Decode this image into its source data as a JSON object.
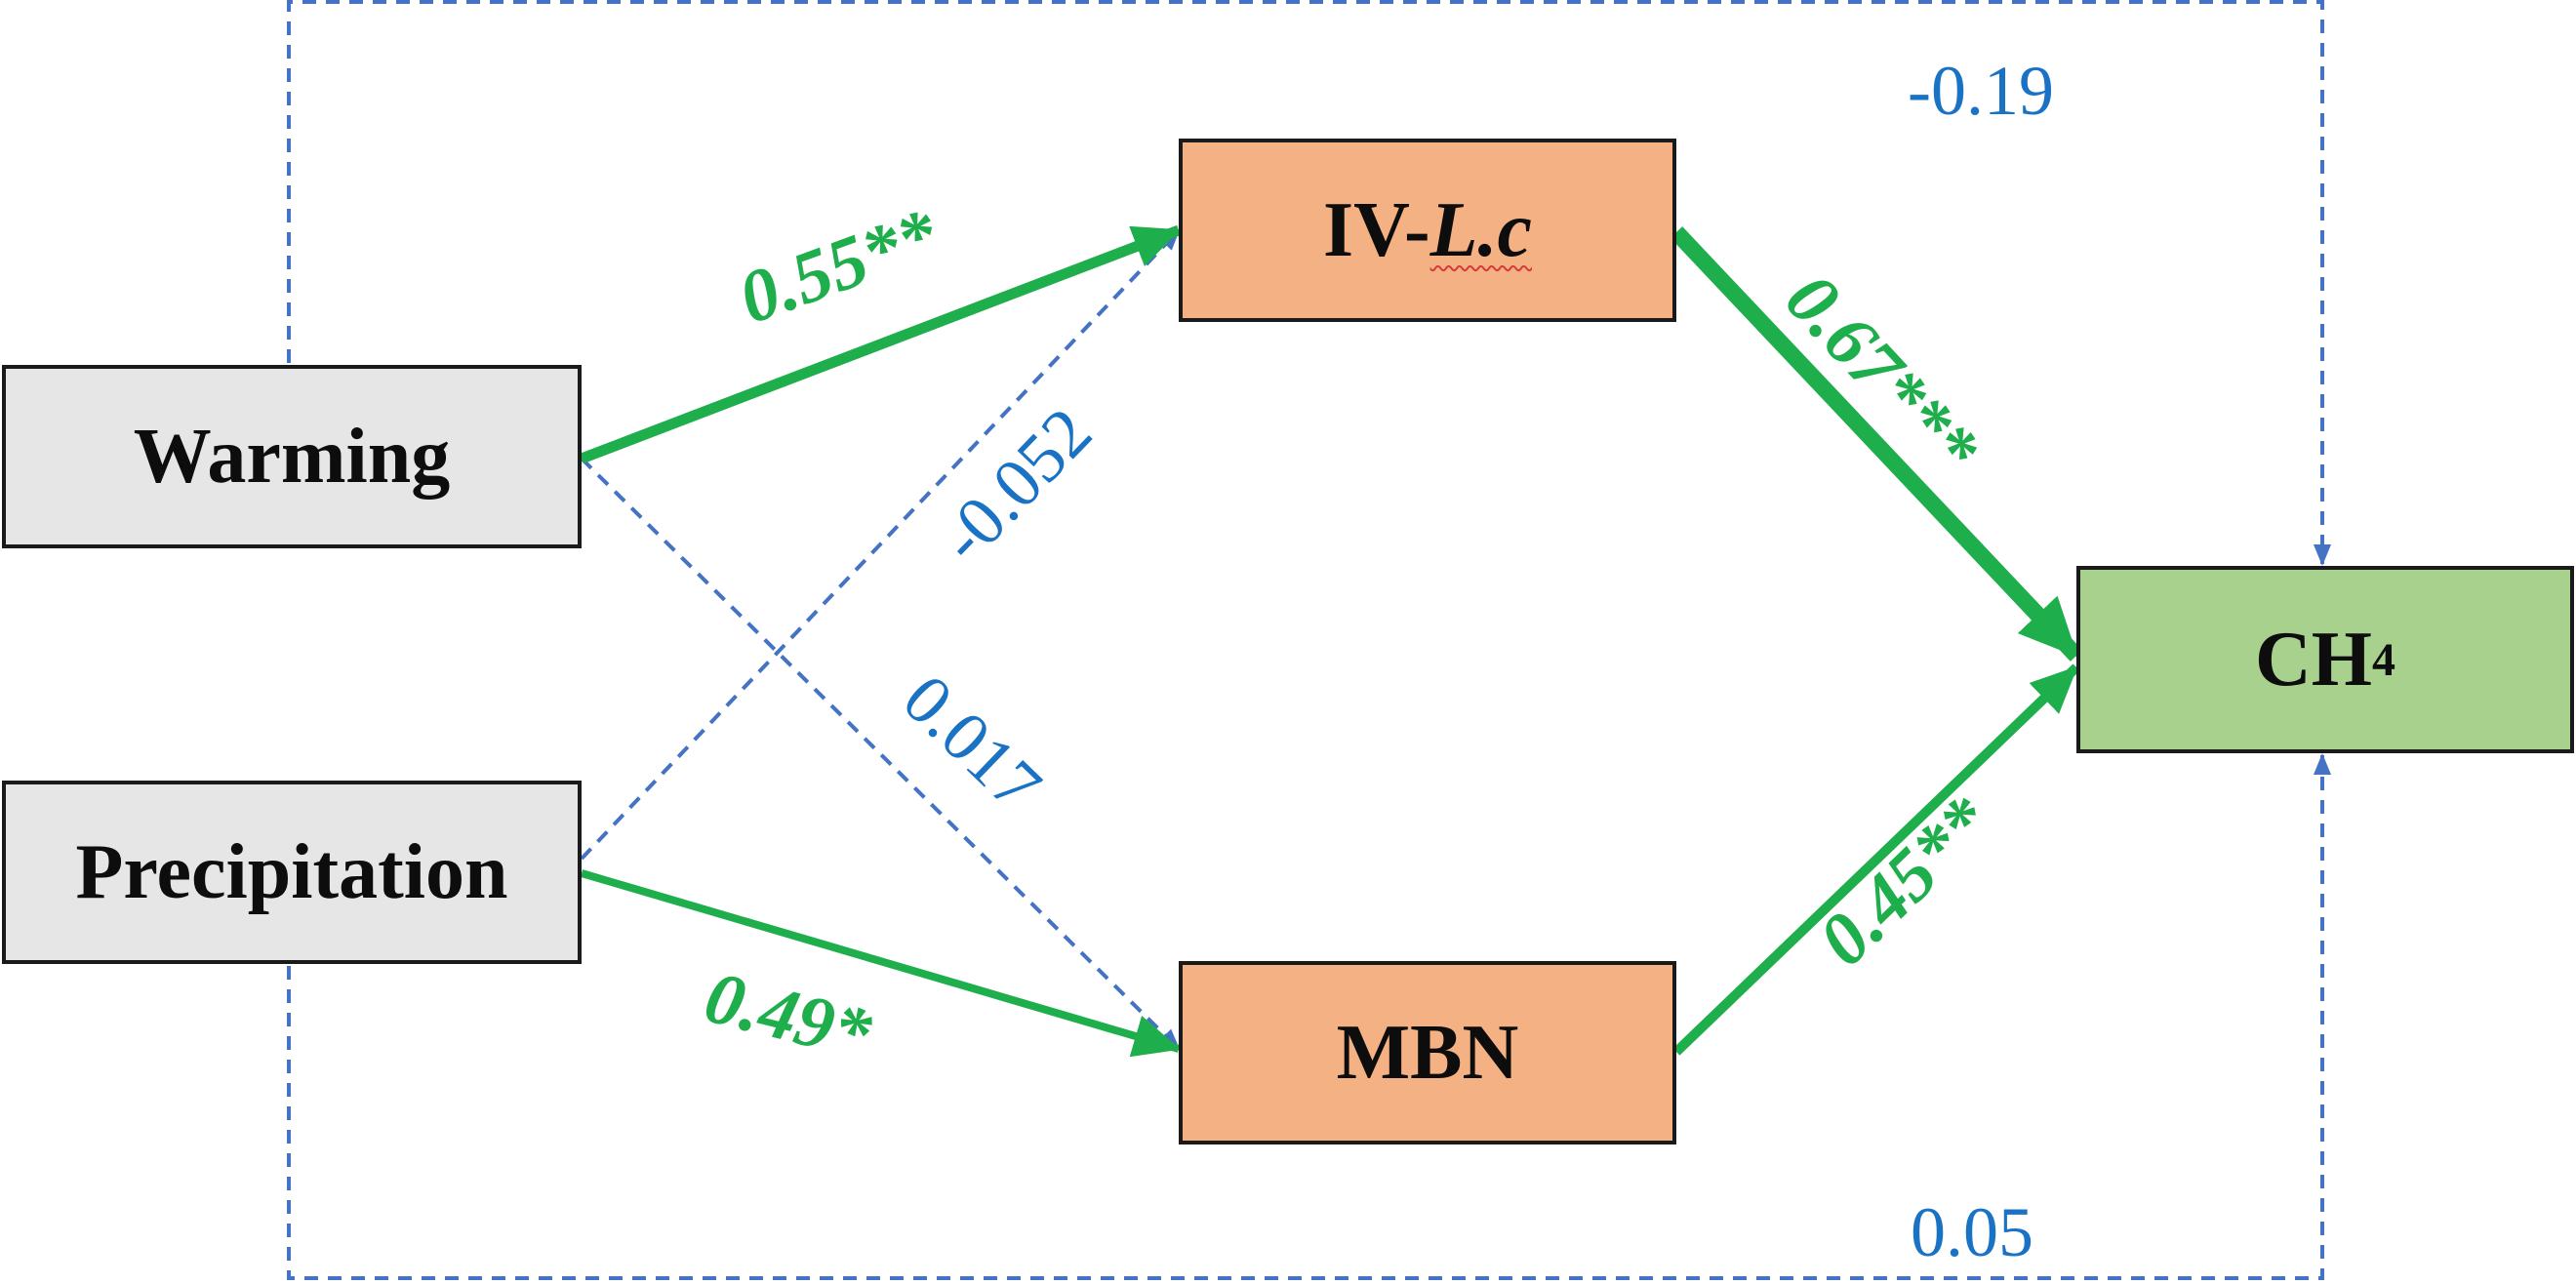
{
  "nodes": {
    "warming": "Warming",
    "precipitation": "Precipitation",
    "iv_prefix": "IV-",
    "iv_italic": "L.c",
    "mbn": "MBN",
    "ch4_main": "CH",
    "ch4_sub": "4"
  },
  "paths": {
    "warming_iv": "0.55**",
    "precip_iv": "-0.052",
    "warming_mbn": "0.017",
    "precip_mbn": "0.49*",
    "iv_ch4": "0.67***",
    "mbn_ch4": "0.45**",
    "warming_ch4": "-0.19",
    "precip_ch4": "0.05"
  },
  "colors": {
    "significant": "#1fae4c",
    "non_significant": "#1a72c4",
    "exogenous_fill": "#e6e6e6",
    "mediator_fill": "#f4b183",
    "outcome_fill": "#a9d18e"
  }
}
